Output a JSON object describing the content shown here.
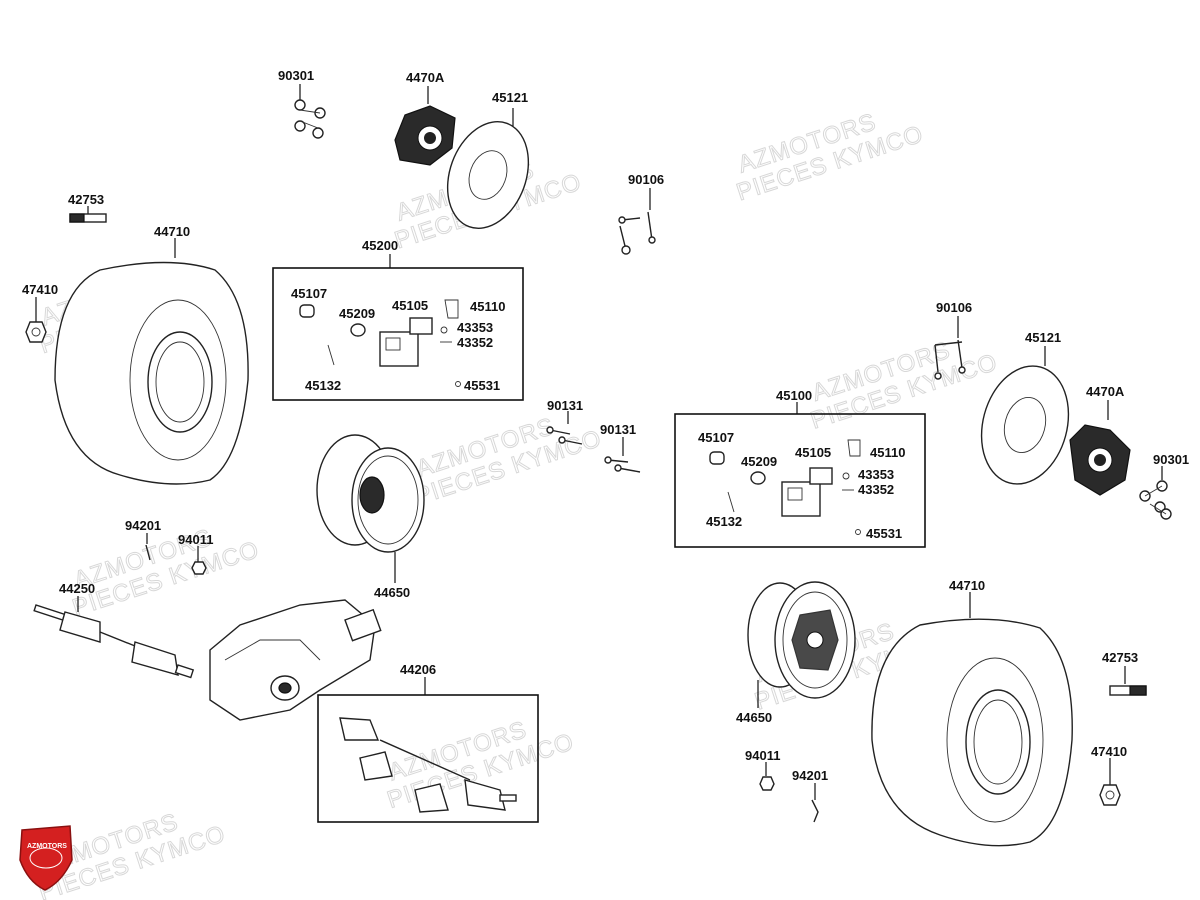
{
  "watermark": {
    "line1": "AZMOTORS",
    "line2": "PIECES KYMCO"
  },
  "logo": {
    "text": "AZMOTORS",
    "color": "#d42020"
  },
  "labels": {
    "l90301a": "90301",
    "l4470Aa": "4470A",
    "l45121a": "45121",
    "l90106a": "90106",
    "l42753a": "42753",
    "l44710a": "44710",
    "l47410a": "47410",
    "l45200": "45200",
    "l45107a": "45107",
    "l45209a": "45209",
    "l45105a": "45105",
    "l45110a": "45110",
    "l43353a": "43353",
    "l43352a": "43352",
    "l45132a": "45132",
    "l45531a": "45531",
    "l90131a": "90131",
    "l90131b": "90131",
    "l94201a": "94201",
    "l94011a": "94011",
    "l44650a": "44650",
    "l44250": "44250",
    "l44206": "44206",
    "l90106b": "90106",
    "l45121b": "45121",
    "l4470Ab": "4470A",
    "l90301b": "90301",
    "l45100": "45100",
    "l45107b": "45107",
    "l45209b": "45209",
    "l45105b": "45105",
    "l45110b": "45110",
    "l43353b": "43353",
    "l43352b": "43352",
    "l45132b": "45132",
    "l45531b": "45531",
    "l44710b": "44710",
    "l42753b": "42753",
    "l47410b": "47410",
    "l44650b": "44650",
    "l94011b": "94011",
    "l94201b": "94201"
  }
}
